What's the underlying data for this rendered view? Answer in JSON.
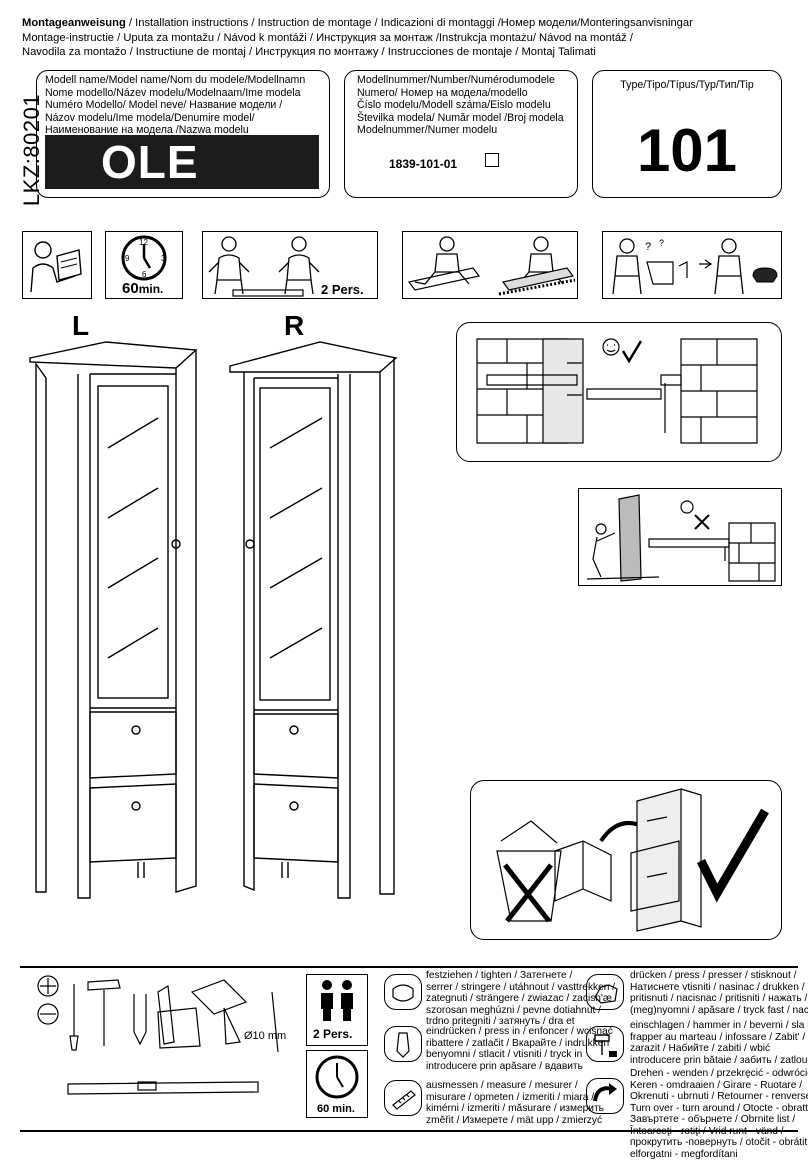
{
  "header": {
    "line1_bold": "Montageanweisung",
    "line1_rest": " / Installation instructions / Instruction de montage / Indicazioni di montaggi /Номер модели/Monteringsanvisningar",
    "line2": " Montage-instructie / Uputa za montažu / Návod k montáži / Инструкция за монтаж /Instrukcja montażu/ Návod na montáž /",
    "line3": "Navodila za montažo / Instructiune de montaj / Инструкция по монтажу     / Instrucciones de montaje / Montaj  Talimati"
  },
  "lkz": "LKZ:80201",
  "model_name_box": {
    "lines": [
      "Modell name/Model name/Nom du modele/Modellnamn",
      "Nome modello/Název modelu/Modelnaam/Ime modela",
      "Numéro Modello/ Model neve/    Название модели /",
      "Názov modelu/Ime modela/Denumire model/",
      "Наименование на модела /Nazwa modelu"
    ],
    "name": "OLE"
  },
  "model_number_box": {
    "lines": [
      "Modellnummer/Number/Numérodumodele",
      "Numero/    Номер на модела/modello",
      "Číslo modelu/Modell száma/Eislo modelu",
      "Številka modela/  Număr model /Broj modela",
      "Modelnummer/Numer modelu"
    ],
    "number": "1839-101-01"
  },
  "type_box": {
    "label": "Type/Tipo/Típus/Typ/Тип/Tip",
    "value": "101"
  },
  "top_icons": {
    "time": "60",
    "time_unit": "min.",
    "persons": "2 Pers."
  },
  "cabinet_labels": {
    "left": "L",
    "right": "R"
  },
  "tools": {
    "drill_size": "Ø10 mm",
    "persons": "2 Pers.",
    "time": "60 min."
  },
  "legend": [
    {
      "icon": "tighten-icon",
      "lines": [
        "festziehen / tighten / Затегнете /",
        "serrer / stringere / utáhnout / vasttrekken /",
        "zategnuti / strängere / zwiazac / zacisn'æ",
        "szorosan meghúzni / pevne dotiahnut /",
        "trdno pritegniti / затянуть / dra et"
      ]
    },
    {
      "icon": "press-in-icon",
      "lines": [
        "eindrücken / press in / enfoncer / wcisnąć",
        "ribattere / zatlačit / Вкарайте / indrukken",
        "benyomni / stlacit / vtisniti / tryck in",
        "introducere prin apăsare / вдавить"
      ]
    },
    {
      "icon": "measure-icon",
      "lines": [
        "ausmessen / measure / mesurer /",
        "misurare / opmeten / izmeriti / miara /",
        "kimérni / izmeriti / măsurare / измерить",
        "změřit / Измерете / mät upp / zmierzyć"
      ]
    },
    {
      "icon": "press-hand-icon",
      "lines": [
        "drücken / press / presser / stisknout /",
        "Натиснете vtisniti / nasinac / drukken /",
        "pritisnuti / nacisnac / pritisniti / нажать /",
        "(meg)nyomni / apăsare / tryck fast / nacisnąć"
      ]
    },
    {
      "icon": "hammer-icon",
      "lines": [
        "einschlagen / hammer in / beverni / sla in",
        "frapper au marteau / infossare / Zabit' /",
        "zarazit / Набийте / zabiti / wbić",
        "introducere prin bătaie / забить / zatlouct"
      ]
    },
    {
      "icon": "turn-over-icon",
      "lines": [
        "Drehen - wenden / przekręcić - odwrócić /",
        "Keren - omdraaien / Girare - Ruotare /",
        "Okrenuti - ubrnuti / Retourner - renverser /",
        "Turn over - turn around / Otocte - obratte /",
        "Завъртете - обърнете / Obrnite list /",
        "Întoarceţi - rotiţi / Vrid runt - vänd /",
        "прокрутить -повернуть / otočit - obrátit",
        "elforgatni - megfordítani"
      ]
    }
  ]
}
